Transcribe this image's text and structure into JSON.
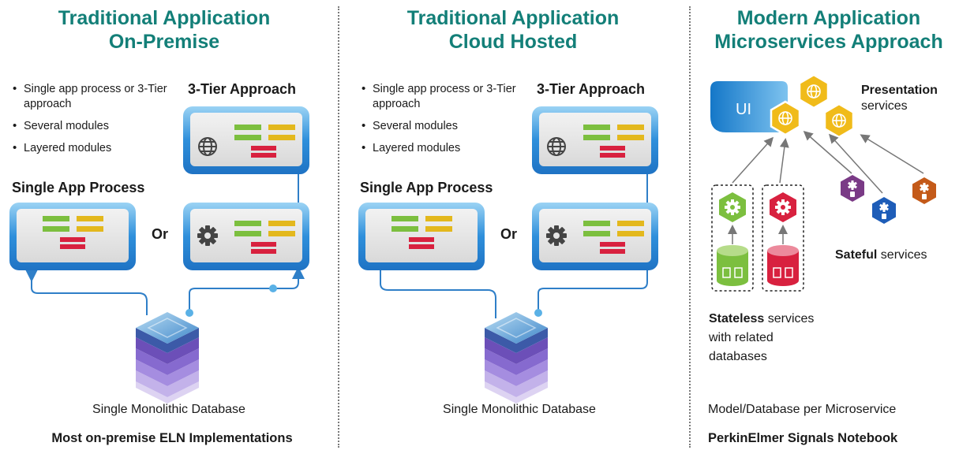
{
  "columns": [
    {
      "title_line1": "Traditional Application",
      "title_line2": "On-Premise",
      "bullets": [
        "Single app process or 3-Tier approach",
        "Several modules",
        "Layered modules"
      ],
      "tier_heading": "3-Tier Approach",
      "single_heading": "Single App Process",
      "or_label": "Or",
      "db_caption": "Single Monolithic Database",
      "footer": "Most on-premise ELN Implementations"
    },
    {
      "title_line1": "Traditional Application",
      "title_line2": "Cloud Hosted",
      "bullets": [
        "Single app process or 3-Tier approach",
        "Several modules",
        "Layered modules"
      ],
      "tier_heading": "3-Tier Approach",
      "single_heading": "Single App Process",
      "or_label": "Or",
      "db_caption": "Single Monolithic Database",
      "footer": ""
    },
    {
      "title_line1": "Modern Application",
      "title_line2": "Microservices Approach",
      "ui_label": "UI",
      "presentation_line1": "Presentation",
      "presentation_line2": "services",
      "stateful_bold": "Sateful",
      "stateful_rest": " services",
      "stateless_bold": "Stateless",
      "stateless_rest": " services",
      "stateless_line2": "with related",
      "stateless_line3": "databases",
      "db_caption": "Model/Database per Microservice",
      "footer": "PerkinElmer Signals Notebook"
    }
  ],
  "colors": {
    "title_teal": "#137f78",
    "panel_blue": "#1d7fce",
    "module_green": "#7cbf3f",
    "module_yellow": "#e3b81d",
    "module_red": "#d8213f",
    "hex_yellow": "#f0bb1a",
    "db_purple": "#6c4fb8",
    "svc_purple": "#7a3a86",
    "svc_blue": "#1e5db8",
    "svc_orange": "#c45a19"
  }
}
